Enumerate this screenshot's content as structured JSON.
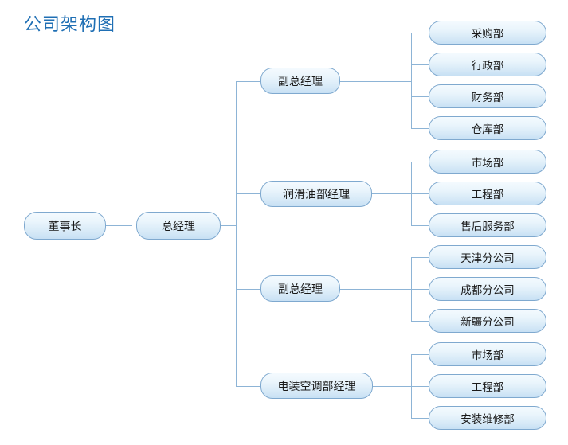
{
  "title": "公司架构图",
  "title_color": "#1F6FB4",
  "theme": {
    "line_color": "#8DB4D6",
    "node_border": "#7FA9CF",
    "node_fill_top": "#F4FAFE",
    "node_fill_bottom": "#C7E0F4",
    "background": "#FFFFFF"
  },
  "root": {
    "label": "董事长"
  },
  "level1": {
    "label": "总经理"
  },
  "branches": [
    {
      "manager": "副总经理",
      "children": [
        "采购部",
        "行政部",
        "财务部",
        "仓库部"
      ]
    },
    {
      "manager": "润滑油部经理",
      "children": [
        "市场部",
        "工程部",
        "售后服务部"
      ]
    },
    {
      "manager": "副总经理",
      "children": [
        "天津分公司",
        "成都分公司",
        "新疆分公司"
      ]
    },
    {
      "manager": "电装空调部经理",
      "children": [
        "市场部",
        "工程部",
        "安装维修部"
      ]
    }
  ]
}
